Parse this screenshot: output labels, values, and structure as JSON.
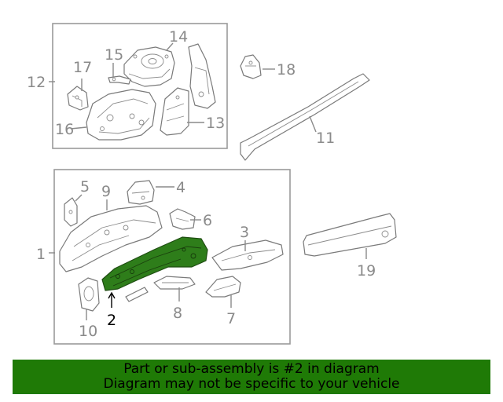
{
  "diagram": {
    "callouts": [
      "1",
      "2",
      "3",
      "4",
      "5",
      "6",
      "7",
      "8",
      "9",
      "10",
      "11",
      "12",
      "13",
      "14",
      "15",
      "16",
      "17",
      "18",
      "19"
    ],
    "highlighted_part": "2",
    "highlight_color": "#2e7d1a",
    "banner_color": "#1f7a06"
  },
  "banner": {
    "line1": "Part or sub-assembly is #2 in diagram",
    "line2": "Diagram may not be specific to your vehicle"
  }
}
